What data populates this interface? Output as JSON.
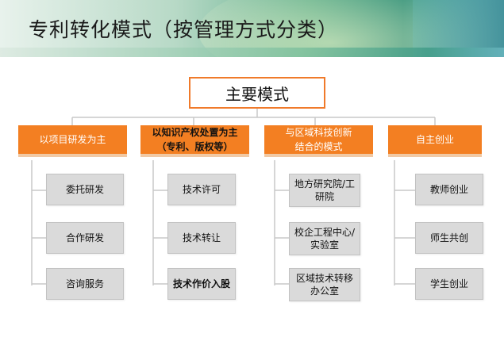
{
  "title": "专利转化模式（按管理方式分类）",
  "diagram": {
    "root": "主要模式",
    "categories": [
      {
        "label_lines": [
          "以项目研发为主"
        ],
        "items": [
          "委托研发",
          "合作研发",
          "咨询服务"
        ]
      },
      {
        "label_lines": [
          "以知识产权处置为主",
          "（专利、版权等）"
        ],
        "items": [
          "技术许可",
          "技术转让",
          "技术作价入股"
        ]
      },
      {
        "label_lines": [
          "与区域科技创新",
          "结合的模式"
        ],
        "items": [
          [
            "地方研究院/工",
            "研院"
          ],
          [
            "校企工程中心/",
            "实验室"
          ],
          [
            "区域技术转移",
            "办公室"
          ]
        ]
      },
      {
        "label_lines": [
          "自主创业"
        ],
        "items": [
          "教师创业",
          "师生共创",
          "学生创业"
        ]
      }
    ]
  },
  "colors": {
    "accent_orange": "#f37f22",
    "root_border": "#f07a2a",
    "leaf_fill": "#dadada",
    "connector": "#c9c9c9"
  }
}
